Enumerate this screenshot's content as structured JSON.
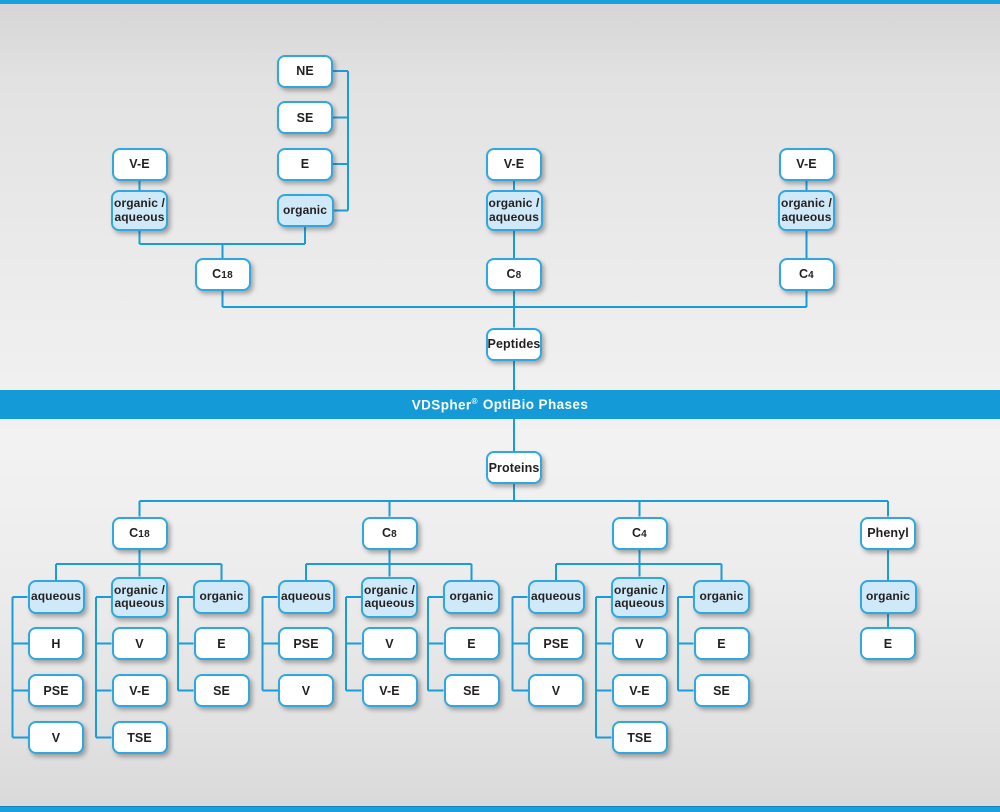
{
  "banner": {
    "brand": "VDSpher",
    "registered_mark": "®",
    "title_rest": "OptiBio Phases"
  },
  "colors": {
    "accent_blue": "#1b9cd8",
    "banner_fill": "#149bd7",
    "banner_text": "#ffffff",
    "box_border": "#31a7df",
    "box_fill": "#ffffff",
    "mode_box_fill": "#cfe9f8",
    "label_text": "#231f20",
    "edge_bar": "#1aa0dc"
  },
  "peptides": {
    "root_label": "Peptides",
    "columns": [
      {
        "label": "C18",
        "eluent_branches": [
          {
            "parents": [
              "V-E"
            ],
            "eluent": "organic /\naqueous"
          },
          {
            "parents": [
              "NE",
              "SE",
              "E"
            ],
            "eluent": "organic"
          }
        ]
      },
      {
        "label": "C8",
        "eluent_branches": [
          {
            "parents": [
              "V-E"
            ],
            "eluent": "organic /\naqueous"
          }
        ]
      },
      {
        "label": "C4",
        "eluent_branches": [
          {
            "parents": [
              "V-E"
            ],
            "eluent": "organic /\naqueous"
          }
        ]
      }
    ]
  },
  "proteins": {
    "root_label": "Proteins",
    "columns": [
      {
        "label": "C18",
        "eluent_groups": [
          {
            "eluent": "aqueous",
            "phases": [
              "H",
              "PSE",
              "V"
            ]
          },
          {
            "eluent": "organic /\naqueous",
            "phases": [
              "V",
              "V-E",
              "TSE"
            ]
          },
          {
            "eluent": "organic",
            "phases": [
              "E",
              "SE"
            ]
          }
        ]
      },
      {
        "label": "C8",
        "eluent_groups": [
          {
            "eluent": "aqueous",
            "phases": [
              "PSE",
              "V"
            ]
          },
          {
            "eluent": "organic /\naqueous",
            "phases": [
              "V",
              "V-E"
            ]
          },
          {
            "eluent": "organic",
            "phases": [
              "E",
              "SE"
            ]
          }
        ]
      },
      {
        "label": "C4",
        "eluent_groups": [
          {
            "eluent": "aqueous",
            "phases": [
              "PSE",
              "V"
            ]
          },
          {
            "eluent": "organic /\naqueous",
            "phases": [
              "V",
              "V-E",
              "TSE"
            ]
          },
          {
            "eluent": "organic",
            "phases": [
              "E",
              "SE"
            ]
          }
        ]
      },
      {
        "label": "Phenyl",
        "eluent_groups": [
          {
            "eluent": "organic",
            "phases": [
              "E"
            ]
          }
        ]
      }
    ]
  }
}
